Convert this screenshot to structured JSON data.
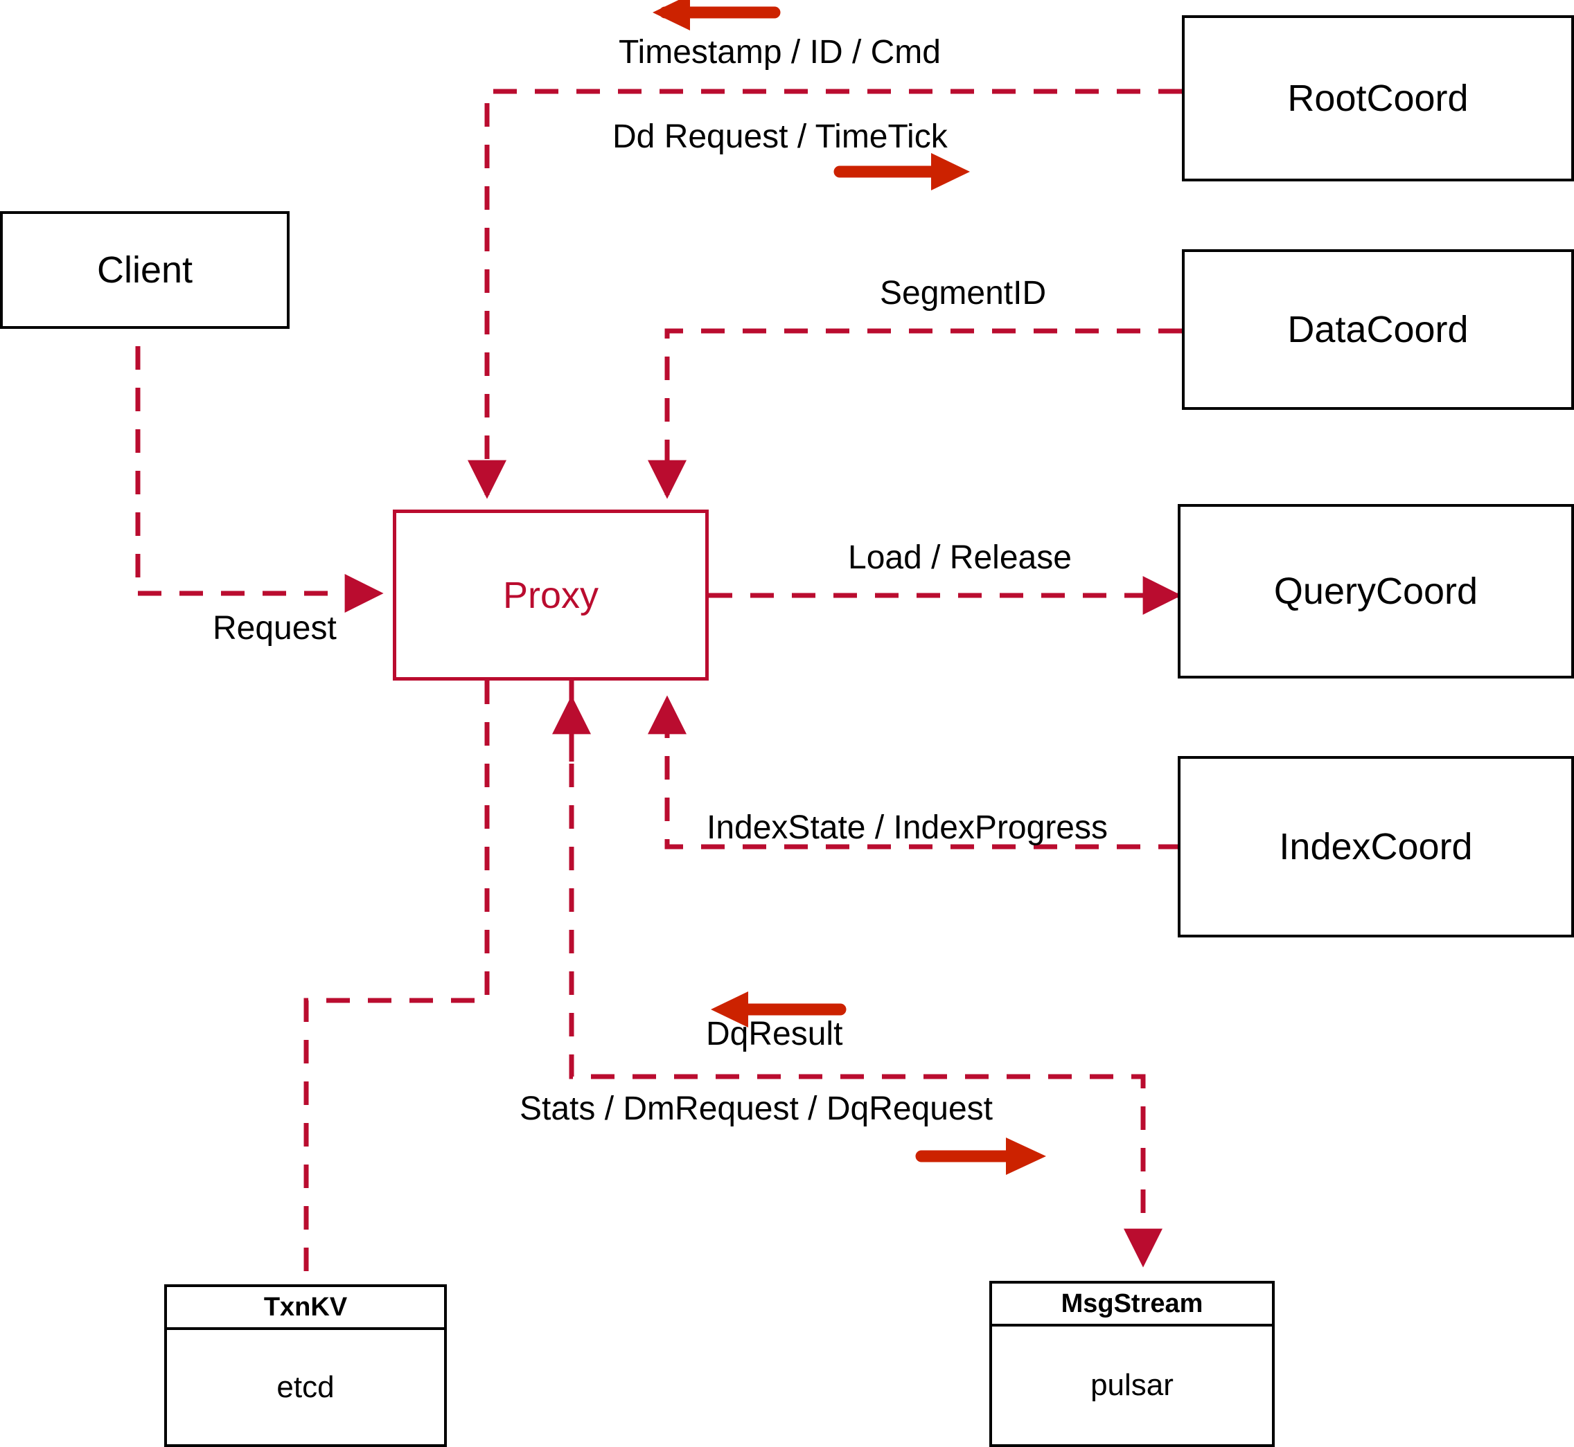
{
  "diagram": {
    "title": "Milvus Proxy interaction diagram",
    "colors": {
      "dashed_connector": "#BA0C2F",
      "thick_arrow": "#CC2200",
      "box_border": "#000000",
      "proxy_border": "#BA0C2F",
      "proxy_text": "#BA0C2F",
      "background": "#FFFFFF"
    },
    "nodes": {
      "client": {
        "label": "Client"
      },
      "proxy": {
        "label": "Proxy"
      },
      "root_coord": {
        "label": "RootCoord"
      },
      "data_coord": {
        "label": "DataCoord"
      },
      "query_coord": {
        "label": "QueryCoord"
      },
      "index_coord": {
        "label": "IndexCoord"
      },
      "txnkv": {
        "header": "TxnKV",
        "body": "etcd"
      },
      "msgstream": {
        "header": "MsgStream",
        "body": "pulsar"
      }
    },
    "edge_labels": {
      "timestamp_id_cmd": "Timestamp / ID / Cmd",
      "dd_request_timetick": "Dd Request / TimeTick",
      "segment_id": "SegmentID",
      "load_release": "Load / Release",
      "index_state_progress": "IndexState / IndexProgress",
      "request": "Request",
      "dq_result": "DqResult",
      "stats_dm_dq_request": "Stats / DmRequest / DqRequest"
    },
    "direction_arrows": [
      {
        "name": "timestamp-id-cmd-direction",
        "direction": "left"
      },
      {
        "name": "dd-request-timetick-direction",
        "direction": "right"
      },
      {
        "name": "dq-result-direction",
        "direction": "left"
      },
      {
        "name": "stats-dm-dq-request-direction",
        "direction": "right"
      }
    ]
  }
}
